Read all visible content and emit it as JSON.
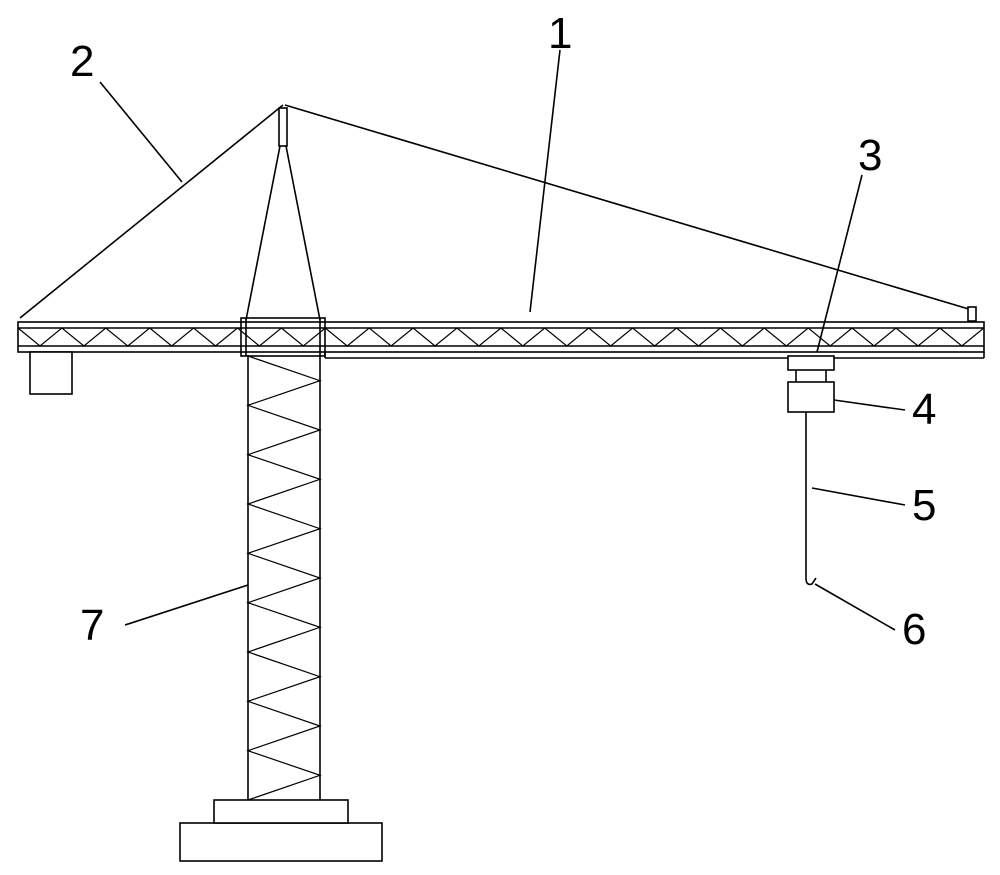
{
  "diagram": {
    "type": "tower-crane-schematic",
    "callouts": [
      {
        "id": "jib",
        "label": "1",
        "target": "jib-truss"
      },
      {
        "id": "stay",
        "label": "2",
        "target": "counter-jib-stay-cable"
      },
      {
        "id": "trolley",
        "label": "3",
        "target": "trolley"
      },
      {
        "id": "hoist-block",
        "label": "4",
        "target": "hoist-block"
      },
      {
        "id": "rope",
        "label": "5",
        "target": "hoist-rope"
      },
      {
        "id": "hook",
        "label": "6",
        "target": "hook"
      },
      {
        "id": "tower",
        "label": "7",
        "target": "tower-mast"
      }
    ],
    "colors": {
      "stroke": "#000000",
      "background": "#ffffff"
    }
  }
}
